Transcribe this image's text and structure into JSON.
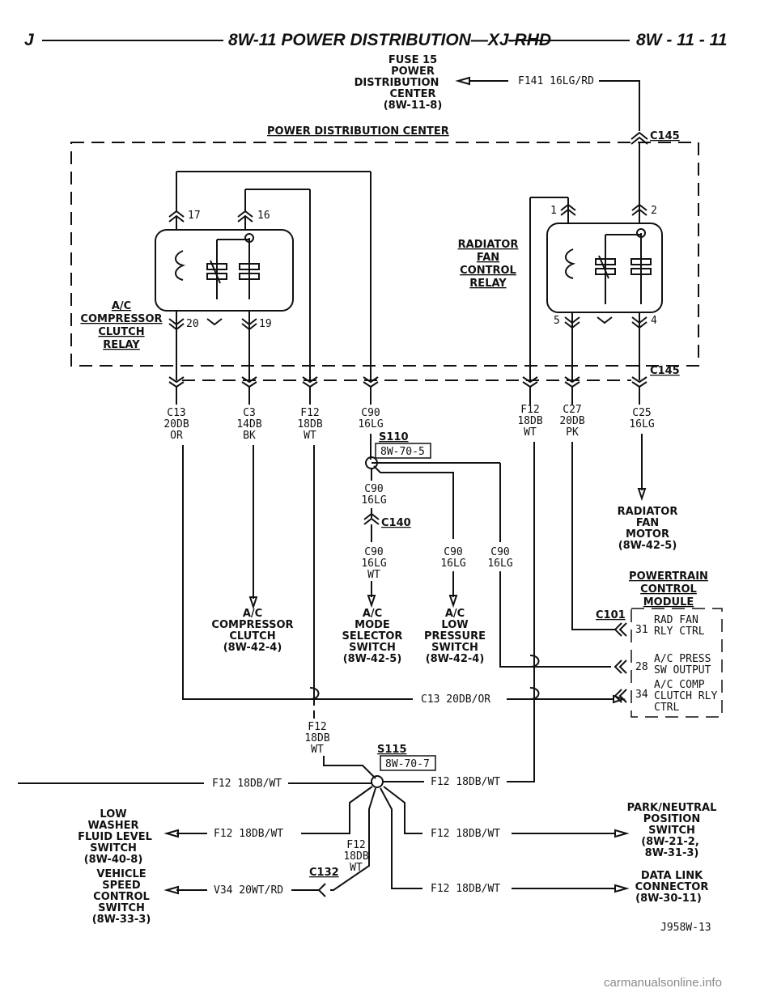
{
  "header": {
    "left": "J",
    "title": "8W-11 POWER DISTRIBUTION—XJ-RHD",
    "page": "8W - 11 - 11"
  },
  "fuse": {
    "lines": [
      "FUSE 15",
      "POWER",
      "DISTRIBUTION",
      "CENTER",
      "(8W-11-8)"
    ],
    "wire": "F141 16LG/RD"
  },
  "pdc": {
    "label": "POWER DISTRIBUTION CENTER",
    "connector": "C145",
    "connector_bottom": "C145"
  },
  "ac_relay": {
    "name_lines": [
      "A/C",
      "COMPRESSOR",
      "CLUTCH",
      "RELAY"
    ],
    "pins": [
      "17",
      "16",
      "20",
      "19"
    ]
  },
  "rad_relay": {
    "name_lines": [
      "RADIATOR",
      "FAN",
      "CONTROL",
      "RELAY"
    ],
    "pins": [
      "1",
      "2",
      "5",
      "4"
    ]
  },
  "wires": {
    "c13": [
      "C13",
      "20DB",
      "OR"
    ],
    "c3": [
      "C3",
      "14DB",
      "BK"
    ],
    "f12a": [
      "F12",
      "18DB",
      "WT"
    ],
    "c90": [
      "C90",
      "16LG"
    ],
    "f12b": [
      "F12",
      "18DB",
      "WT"
    ],
    "c27": [
      "C27",
      "20DB",
      "PK"
    ],
    "c25": [
      "C25",
      "16LG"
    ],
    "c90b": [
      "C90",
      "16LG"
    ],
    "c90c": [
      "C90",
      "16LG",
      "WT"
    ],
    "c90d": [
      "C90",
      "16LG"
    ],
    "c90e": [
      "C90",
      "16LG"
    ],
    "f12c": [
      "F12",
      "18DB",
      "WT"
    ],
    "f12d": [
      "F12",
      "18DB",
      "WT"
    ],
    "c13_h": "C13 20DB/OR",
    "f12_left": "F12 18DB/WT",
    "f12_right": "F12 18DB/WT",
    "f12_washer": "F12 18DB/WT",
    "f12_park": "F12 18DB/WT",
    "f12_data": "F12 18DB/WT",
    "v34": "V34 20WT/RD"
  },
  "splices": {
    "s110": "S110",
    "s110_ref": "8W-70-5",
    "s115": "S115",
    "s115_ref": "8W-70-7",
    "c140": "C140",
    "c132": "C132",
    "c101": "C101"
  },
  "components": {
    "rad_motor": [
      "RADIATOR",
      "FAN",
      "MOTOR",
      "(8W-42-5)"
    ],
    "compressor_clutch": [
      "A/C",
      "COMPRESSOR",
      "CLUTCH",
      "(8W-42-4)"
    ],
    "mode_selector": [
      "A/C",
      "MODE",
      "SELECTOR",
      "SWITCH",
      "(8W-42-5)"
    ],
    "low_pressure": [
      "A/C",
      "LOW",
      "PRESSURE",
      "SWITCH",
      "(8W-42-4)"
    ],
    "pcm": [
      "POWERTRAIN",
      "CONTROL",
      "MODULE"
    ],
    "washer": [
      "LOW",
      "WASHER",
      "FLUID LEVEL",
      "SWITCH",
      "(8W-40-8)"
    ],
    "speed_control": [
      "VEHICLE",
      "SPEED",
      "CONTROL",
      "SWITCH",
      "(8W-33-3)"
    ],
    "park_neutral": [
      "PARK/NEUTRAL",
      "POSITION",
      "SWITCH",
      "(8W-21-2,",
      "8W-31-3)"
    ],
    "data_link": [
      "DATA LINK",
      "CONNECTOR",
      "(8W-30-11)"
    ]
  },
  "pcm_pins": [
    {
      "num": "31",
      "lines": [
        "RAD FAN",
        "RLY CTRL"
      ]
    },
    {
      "num": "28",
      "lines": [
        "A/C PRESS",
        "SW OUTPUT"
      ]
    },
    {
      "num": "34",
      "lines": [
        "A/C COMP",
        "CLUTCH RLY",
        "CTRL"
      ]
    }
  ],
  "figure_id": "J958W-13",
  "watermark": "carmanualsonline.info"
}
